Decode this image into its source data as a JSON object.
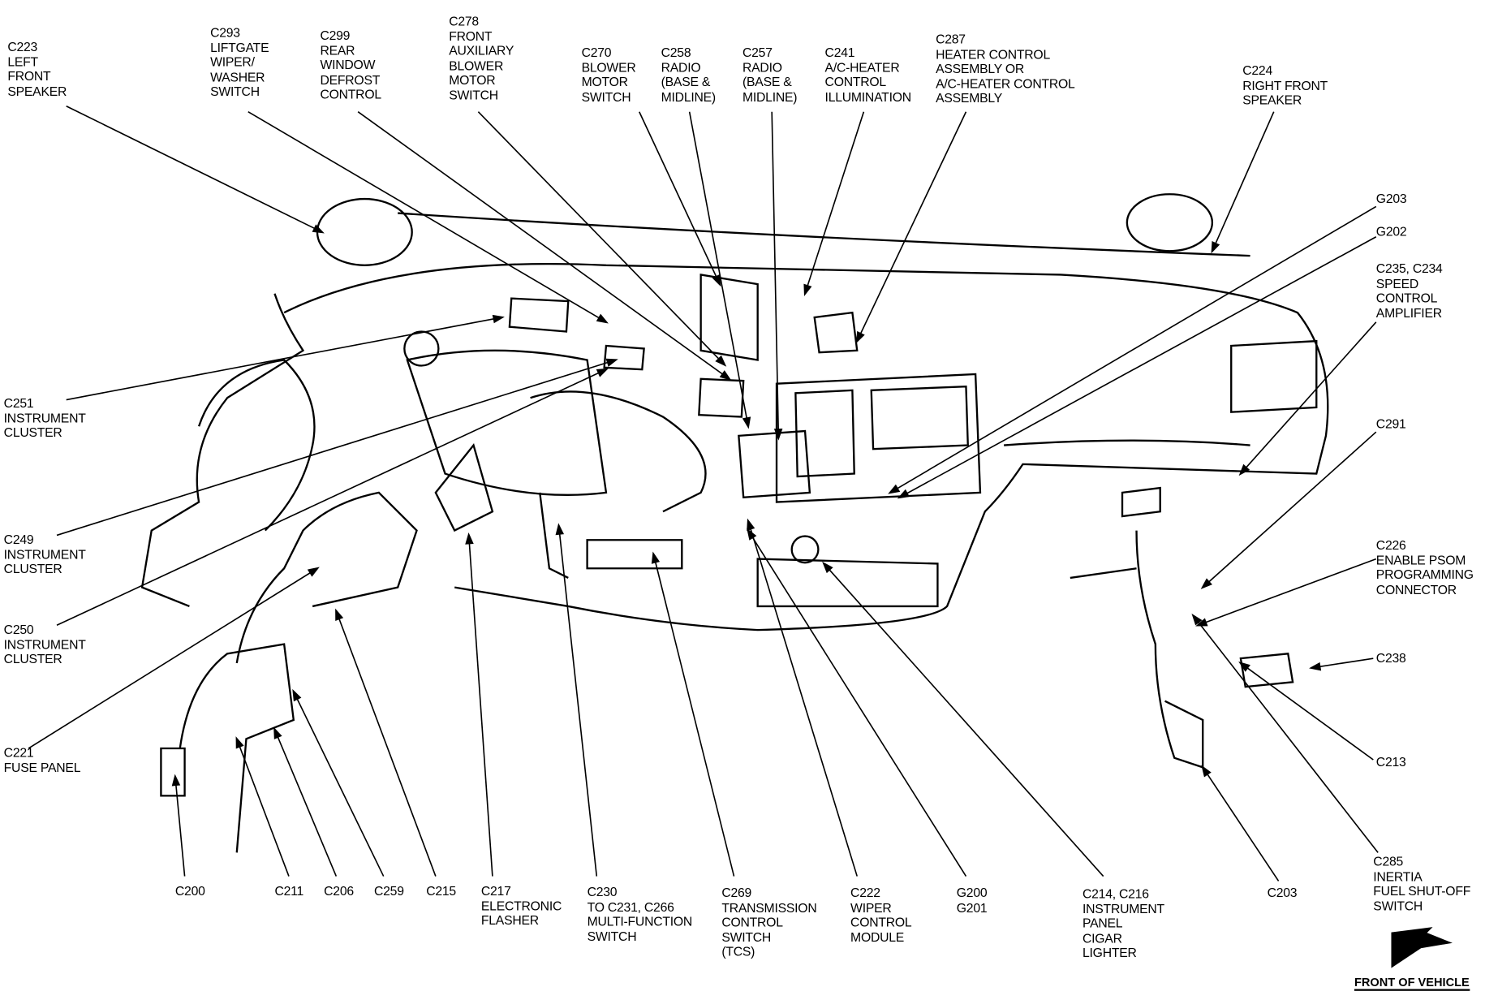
{
  "labels": [
    {
      "id": "c223",
      "text": "C223\nLEFT\nFRONT\nSPEAKER"
    },
    {
      "id": "c293",
      "text": "C293\nLIFTGATE\nWIPER/\nWASHER\nSWITCH"
    },
    {
      "id": "c299",
      "text": "C299\nREAR\nWINDOW\nDEFROST\nCONTROL"
    },
    {
      "id": "c278",
      "text": "C278\nFRONT\nAUXILIARY\nBLOWER\nMOTOR\nSWITCH"
    },
    {
      "id": "c270",
      "text": "C270\nBLOWER\nMOTOR\nSWITCH"
    },
    {
      "id": "c258",
      "text": "C258\nRADIO\n(BASE &\nMIDLINE)"
    },
    {
      "id": "c257",
      "text": "C257\nRADIO\n(BASE &\nMIDLINE)"
    },
    {
      "id": "c241",
      "text": "C241\nA/C-HEATER\nCONTROL\nILLUMINATION"
    },
    {
      "id": "c287",
      "text": "C287\nHEATER CONTROL\nASSEMBLY OR\nA/C-HEATER CONTROL\nASSEMBLY"
    },
    {
      "id": "c224",
      "text": "C224\nRIGHT FRONT\nSPEAKER"
    },
    {
      "id": "g203",
      "text": "G203"
    },
    {
      "id": "g202",
      "text": "G202"
    },
    {
      "id": "c235",
      "text": "C235, C234\nSPEED\nCONTROL\nAMPLIFIER"
    },
    {
      "id": "c291",
      "text": "C291"
    },
    {
      "id": "c226",
      "text": "C226\nENABLE PSOM\nPROGRAMMING\nCONNECTOR"
    },
    {
      "id": "c238",
      "text": "C238"
    },
    {
      "id": "c213",
      "text": "C213"
    },
    {
      "id": "c285",
      "text": "C285\nINERTIA\nFUEL SHUT-OFF\nSWITCH"
    },
    {
      "id": "c203",
      "text": "C203"
    },
    {
      "id": "c214",
      "text": "C214, C216\nINSTRUMENT\nPANEL\nCIGAR\nLIGHTER"
    },
    {
      "id": "g200",
      "text": "G200\nG201"
    },
    {
      "id": "c222",
      "text": "C222\nWIPER\nCONTROL\nMODULE"
    },
    {
      "id": "c269",
      "text": "C269\nTRANSMISSION\nCONTROL\nSWITCH\n(TCS)"
    },
    {
      "id": "c230",
      "text": "C230\nTO C231, C266\nMULTI-FUNCTION\nSWITCH"
    },
    {
      "id": "c217",
      "text": "C217\nELECTRONIC\nFLASHER"
    },
    {
      "id": "c215",
      "text": "C215"
    },
    {
      "id": "c259",
      "text": "C259"
    },
    {
      "id": "c206",
      "text": "C206"
    },
    {
      "id": "c211",
      "text": "C211"
    },
    {
      "id": "c200",
      "text": "C200"
    },
    {
      "id": "c221",
      "text": "C221\nFUSE PANEL"
    },
    {
      "id": "c250",
      "text": "C250\nINSTRUMENT\nCLUSTER"
    },
    {
      "id": "c249",
      "text": "C249\nINSTRUMENT\nCLUSTER"
    },
    {
      "id": "c251",
      "text": "C251\nINSTRUMENT\nCLUSTER"
    }
  ],
  "front_of_vehicle": "FRONT OF VEHICLE",
  "icons": {
    "direction": "arrow-icon"
  }
}
